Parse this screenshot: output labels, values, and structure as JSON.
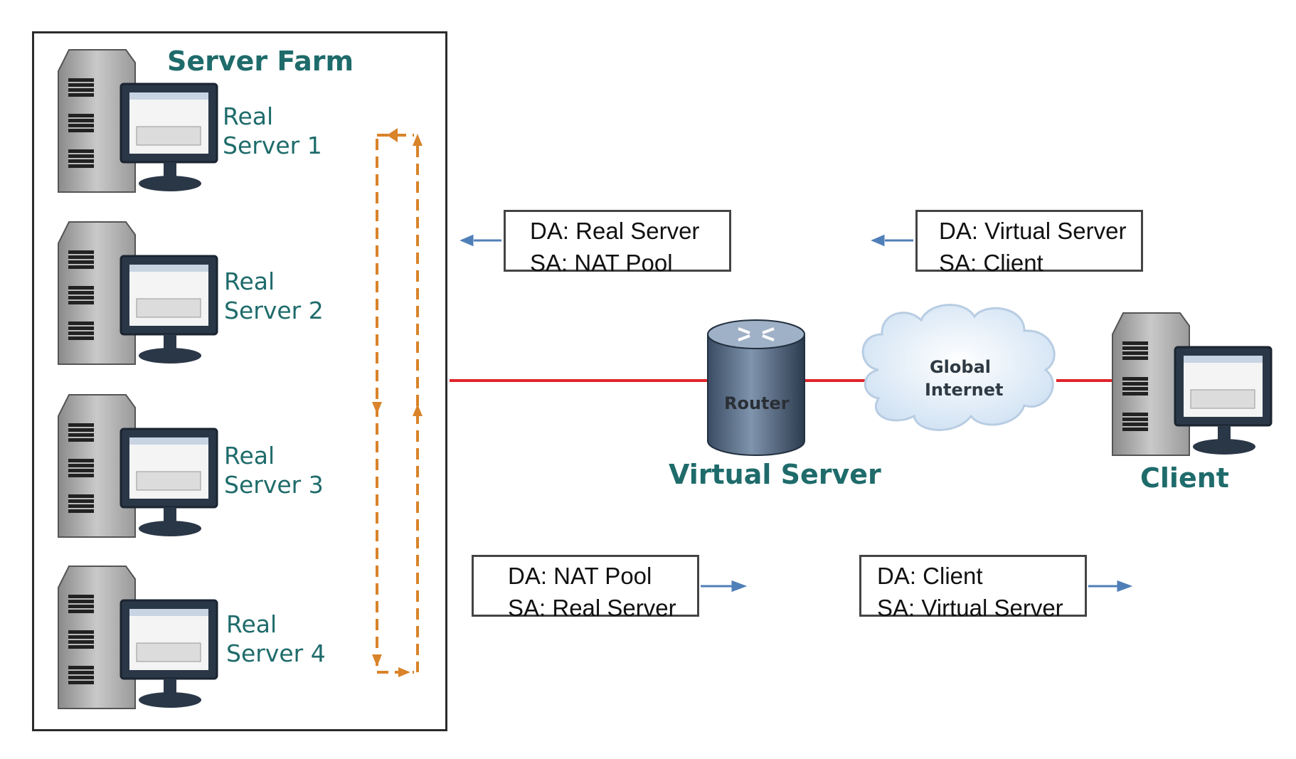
{
  "server_farm": {
    "title": "Server Farm",
    "servers": [
      {
        "line1": "Real",
        "line2": "Server 1"
      },
      {
        "line1": "Real",
        "line2": "Server 2"
      },
      {
        "line1": "Real",
        "line2": "Server 3"
      },
      {
        "line1": "Real",
        "line2": "Server 4"
      }
    ]
  },
  "router": {
    "label": "Router",
    "caption": "Virtual Server"
  },
  "internet": {
    "line1": "Global",
    "line2": "Internet"
  },
  "client": {
    "caption": "Client"
  },
  "packets": {
    "top_left": {
      "da": "DA: Real Server",
      "sa": "SA: NAT Pool"
    },
    "top_right": {
      "da": "DA: Virtual Server",
      "sa": "SA: Client"
    },
    "bottom_left": {
      "da": "DA: NAT Pool",
      "sa": "SA: Real Server"
    },
    "bottom_right": {
      "da": "DA: Client",
      "sa": "SA: Virtual Server"
    }
  },
  "colors": {
    "link": "#e0232a",
    "balance_arrows": "#d9832a",
    "direction_arrows": "#4f7fb8",
    "label_teal": "#1f6b6b",
    "cloud": "#dbe9f6"
  }
}
